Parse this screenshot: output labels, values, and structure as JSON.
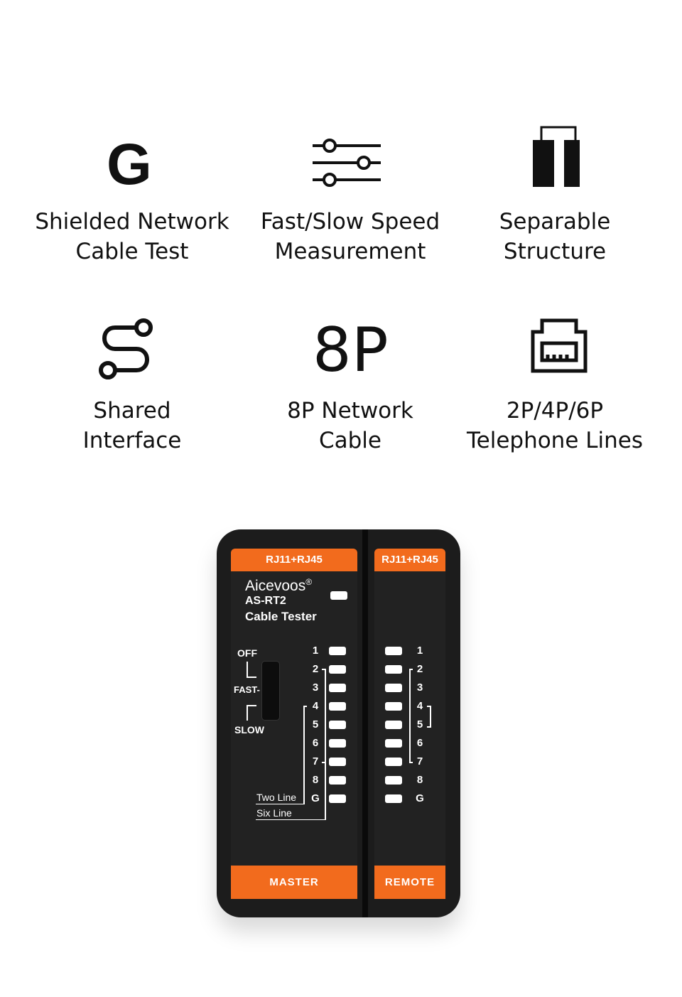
{
  "features": [
    {
      "icon": "shield-g-icon",
      "glyph": "G",
      "lines": [
        "Shielded Network",
        "Cable Test"
      ]
    },
    {
      "icon": "sliders-icon",
      "lines": [
        "Fast/Slow Speed",
        "Measurement"
      ]
    },
    {
      "icon": "separable-icon",
      "lines": [
        "Separable",
        "Structure"
      ]
    },
    {
      "icon": "shared-path-icon",
      "lines": [
        "Shared",
        "Interface"
      ]
    },
    {
      "icon": "8p-icon",
      "glyph": "8P",
      "lines": [
        "8P Network",
        "Cable"
      ]
    },
    {
      "icon": "rj-port-icon",
      "lines": [
        "2P/4P/6P",
        "Telephone Lines"
      ]
    }
  ],
  "device": {
    "port_label_left": "RJ11+RJ45",
    "port_label_right": "RJ11+RJ45",
    "brand": "Aicevoos",
    "registered": "®",
    "model": "AS-RT2",
    "product": "Cable Tester",
    "switch": {
      "off": "OFF",
      "fast": "FAST-",
      "slow": "SLOW"
    },
    "two_line": "Two Line",
    "six_line": "Six Line",
    "pins": [
      "1",
      "2",
      "3",
      "4",
      "5",
      "6",
      "7",
      "8",
      "G"
    ],
    "master": "MASTER",
    "remote": "REMOTE",
    "accent": "#f26b1d"
  }
}
